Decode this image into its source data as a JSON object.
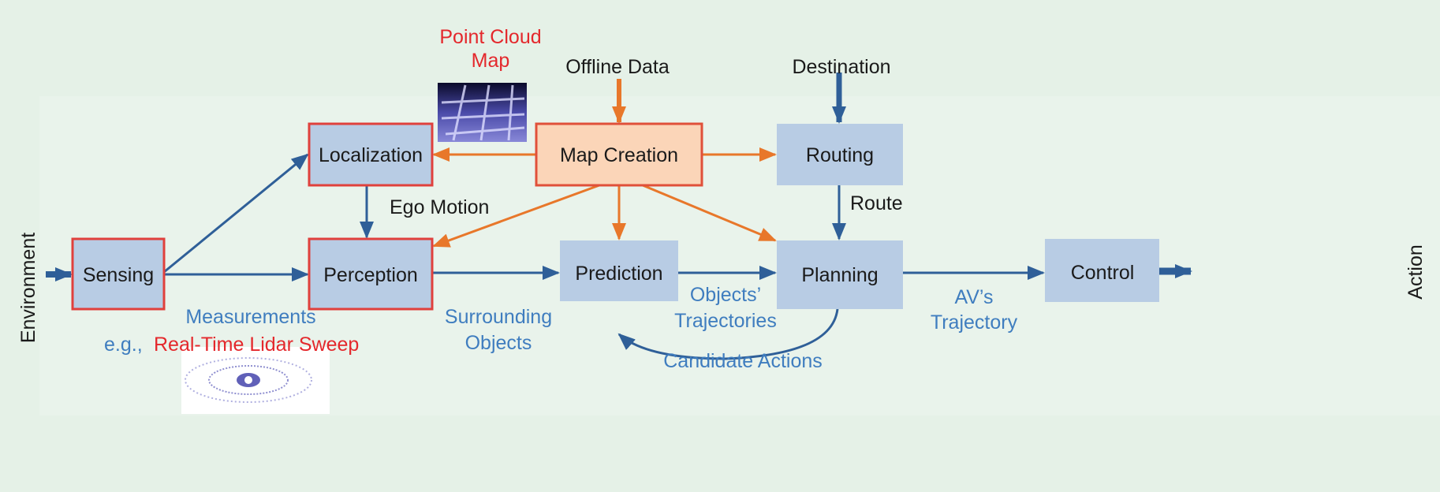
{
  "nodes": {
    "sensing": "Sensing",
    "localization": "Localization",
    "map_creation": "Map Creation",
    "routing": "Routing",
    "perception": "Perception",
    "prediction": "Prediction",
    "planning": "Planning",
    "control": "Control"
  },
  "labels": {
    "point_cloud_1": "Point Cloud",
    "point_cloud_2": "Map",
    "offline_data": "Offline Data",
    "destination": "Destination",
    "ego_motion": "Ego Motion",
    "route": "Route",
    "environment": "Environment",
    "action": "Action",
    "measurements": "Measurements",
    "eg": "e.g.,",
    "lidar_sweep": "Real-Time Lidar Sweep",
    "surrounding_1": "Surrounding",
    "surrounding_2": "Objects",
    "objects_traj_1": "Objects’",
    "objects_traj_2": "Trajectories",
    "candidate_actions": "Candidate Actions",
    "av_traj_1": "AV’s",
    "av_traj_2": "Trajectory"
  },
  "colors": {
    "box_fill": "#b8cce4",
    "box_border_red": "#e0403c",
    "map_fill": "#fbd5b8",
    "arrow_blue": "#2f5f98",
    "arrow_orange": "#e8772a"
  }
}
